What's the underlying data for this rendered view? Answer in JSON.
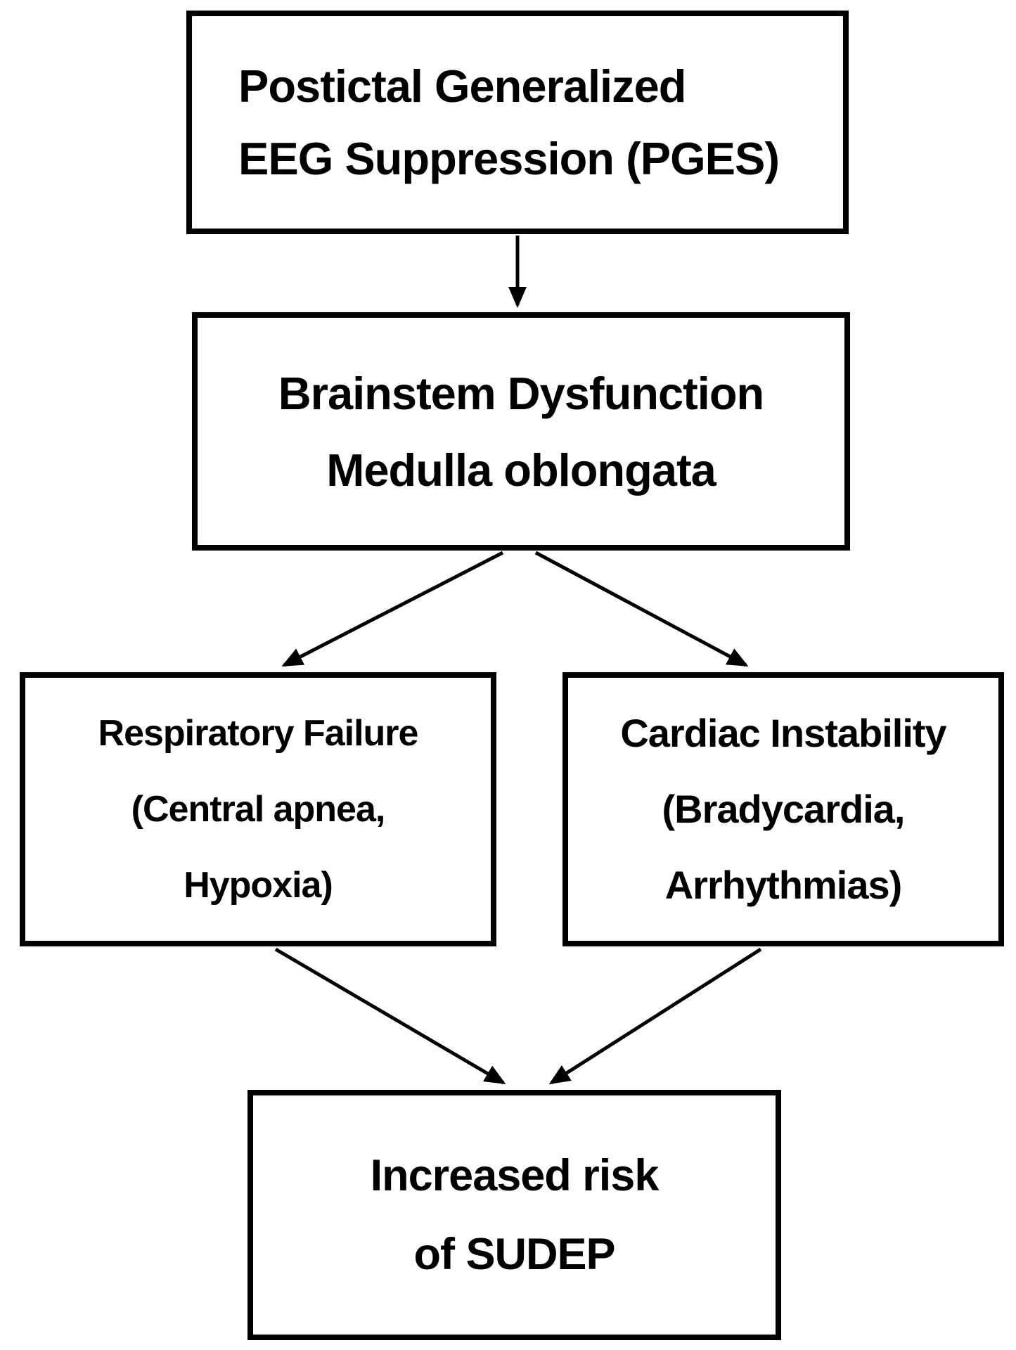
{
  "diagram": {
    "type": "flowchart",
    "nodes": {
      "pges": {
        "lines": [
          "Postictal Generalized",
          "EEG Suppression (PGES)"
        ]
      },
      "brainstem": {
        "lines": [
          "Brainstem Dysfunction",
          "Medulla oblongata"
        ]
      },
      "respiratory": {
        "lines": [
          "Respiratory Failure",
          "(Central apnea,",
          "Hypoxia)"
        ]
      },
      "cardiac": {
        "lines": [
          "Cardiac Instability",
          "(Bradycardia,",
          "Arrhythmias)"
        ]
      },
      "sudep": {
        "lines": [
          "Increased risk",
          "of SUDEP"
        ]
      }
    },
    "edges": [
      {
        "from": "pges",
        "to": "brainstem"
      },
      {
        "from": "brainstem",
        "to": "respiratory"
      },
      {
        "from": "brainstem",
        "to": "cardiac"
      },
      {
        "from": "respiratory",
        "to": "sudep"
      },
      {
        "from": "cardiac",
        "to": "sudep"
      }
    ]
  },
  "colors": {
    "background": "#ffffff",
    "box_border": "#000000",
    "text": "#000000",
    "arrow": "#000000"
  }
}
